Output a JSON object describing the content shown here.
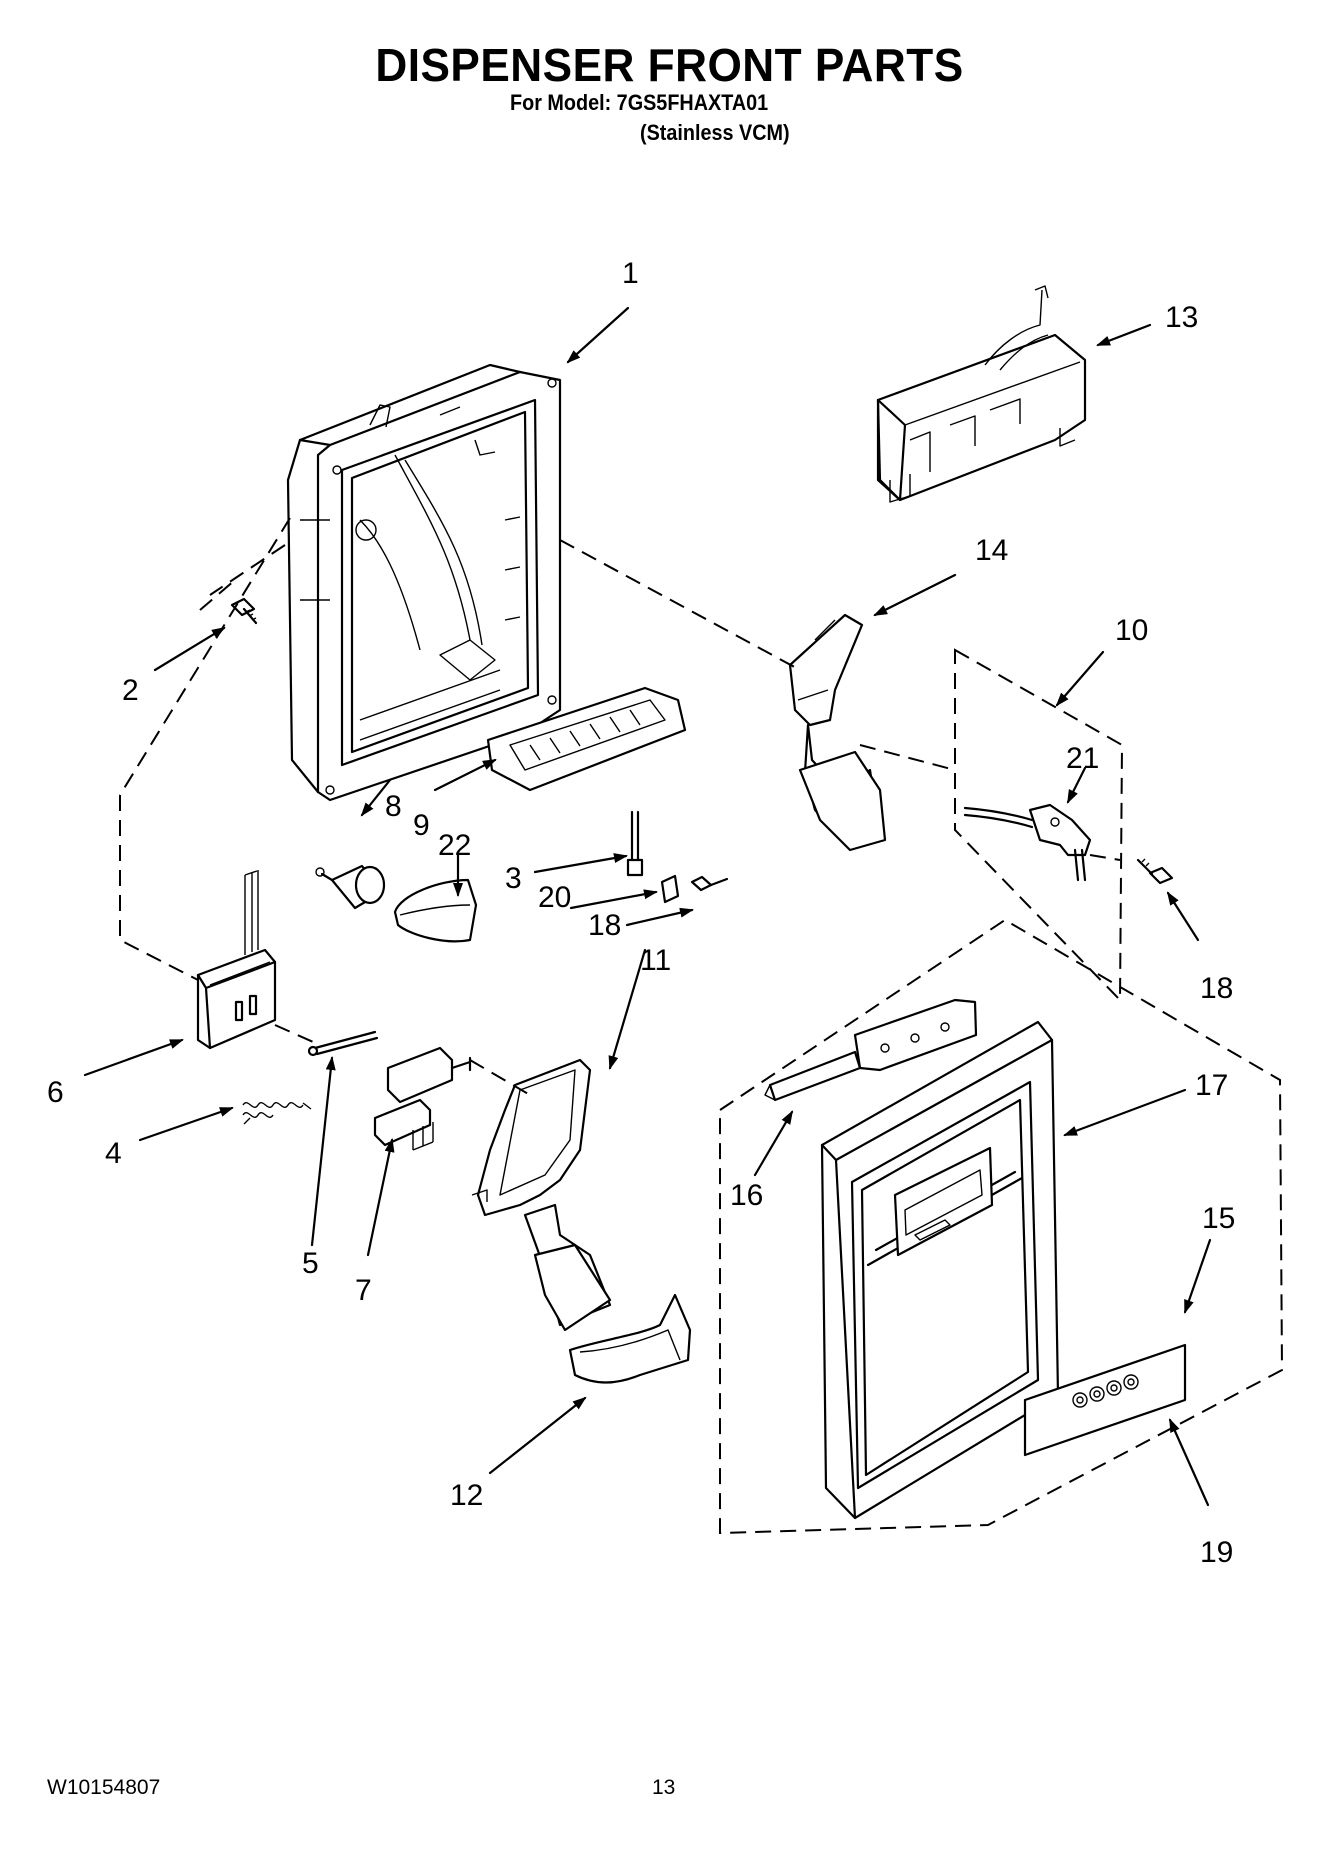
{
  "header": {
    "title": "DISPENSER FRONT PARTS",
    "model_line": "For Model: 7GS5FHAXTA01",
    "variant_line": "(Stainless VCM)"
  },
  "footer": {
    "document_number": "W10154807",
    "page_number": "13"
  },
  "callouts": [
    "1",
    "2",
    "3",
    "4",
    "5",
    "6",
    "7",
    "8",
    "9",
    "10",
    "11",
    "12",
    "13",
    "14",
    "15",
    "16",
    "17",
    "18",
    "18",
    "19",
    "20",
    "21",
    "22"
  ]
}
